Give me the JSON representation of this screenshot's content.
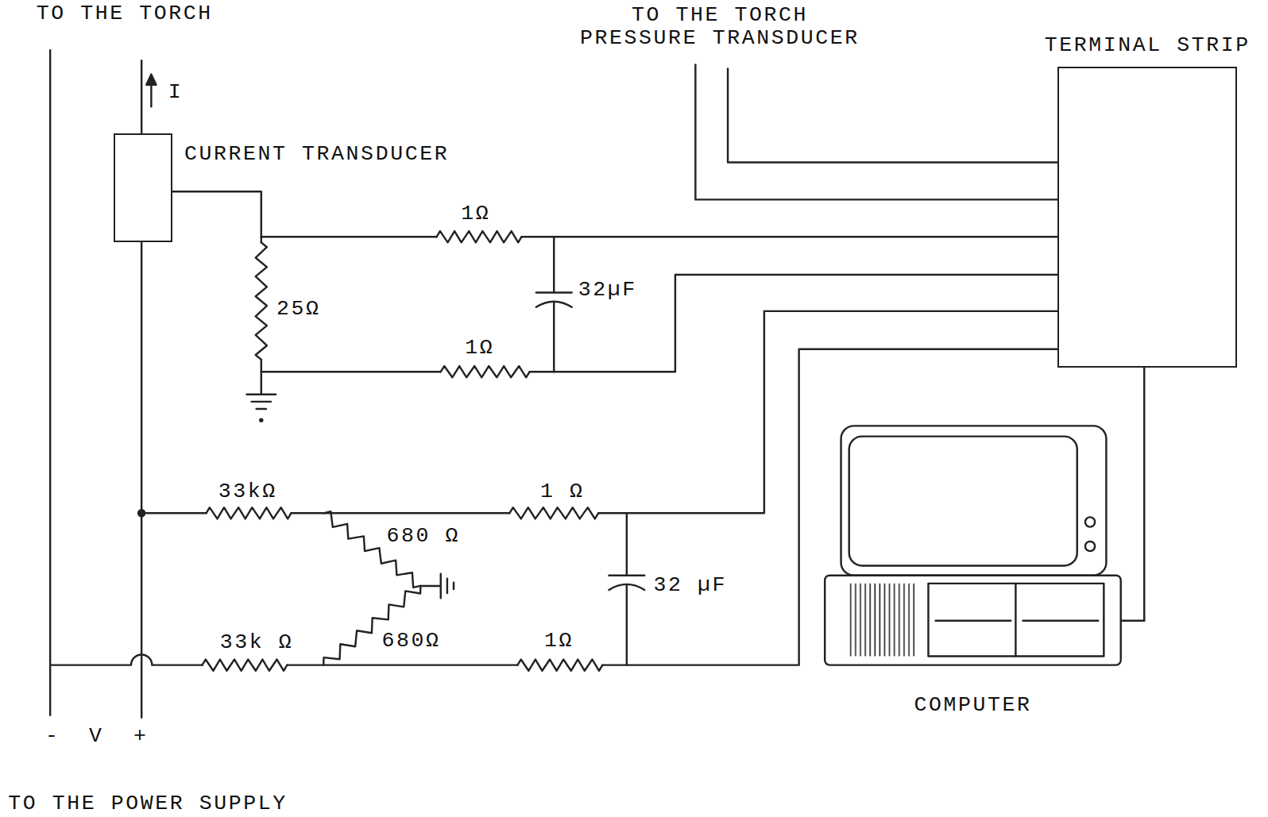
{
  "diagram": {
    "nodes": [
      {
        "text": [
          "CURRENT TRANSDUCER"
        ]
      },
      {
        "text": [
          "TERMINAL STRIP"
        ]
      },
      {
        "text": [
          "COMPUTER"
        ]
      }
    ],
    "edges": [
      {
        "from": 1,
        "to": 2,
        "arrow": "none"
      }
    ],
    "labels": [
      "TO THE TORCH",
      "I",
      "TO THE TORCH PRESSURE TRANSDUCER",
      "1Ω",
      "25Ω",
      "32µF",
      "1Ω",
      "33kΩ",
      "680 Ω",
      "1 Ω",
      "32 µF",
      "33k Ω",
      "680Ω",
      "1Ω",
      "-",
      "V",
      "+",
      "TO THE POWER SUPPLY"
    ]
  }
}
